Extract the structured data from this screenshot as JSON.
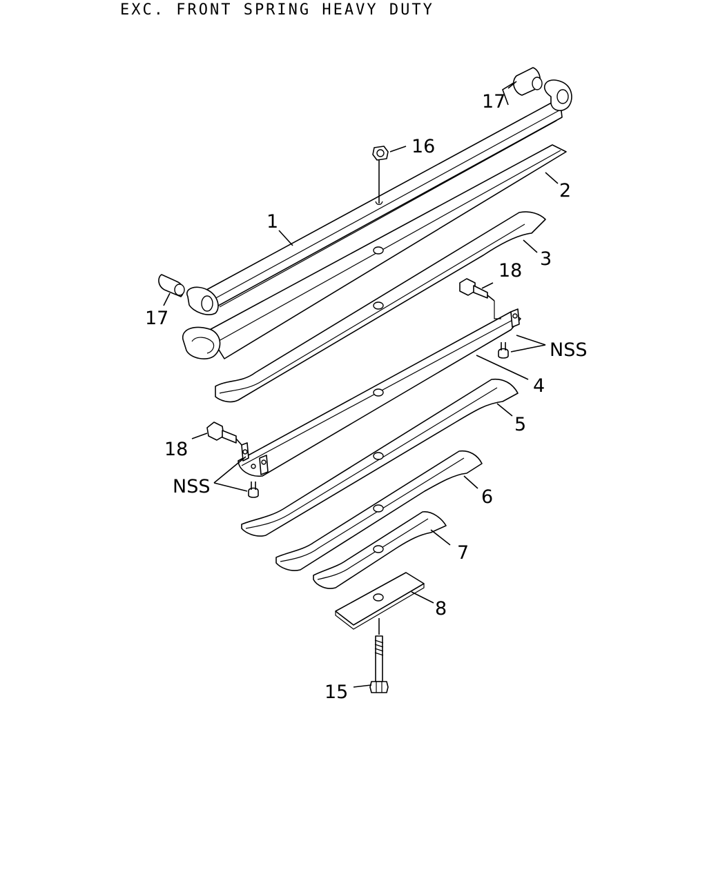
{
  "title": "EXC. FRONT SPRING HEAVY DUTY",
  "callouts": {
    "p1": "1",
    "p2": "2",
    "p3": "3",
    "p4": "4",
    "p5": "5",
    "p6": "6",
    "p7": "7",
    "p8": "8",
    "p15": "15",
    "p16": "16",
    "p17a": "17",
    "p17b": "17",
    "p18a": "18",
    "p18b": "18",
    "nss_a": "NSS",
    "nss_b": "NSS"
  }
}
